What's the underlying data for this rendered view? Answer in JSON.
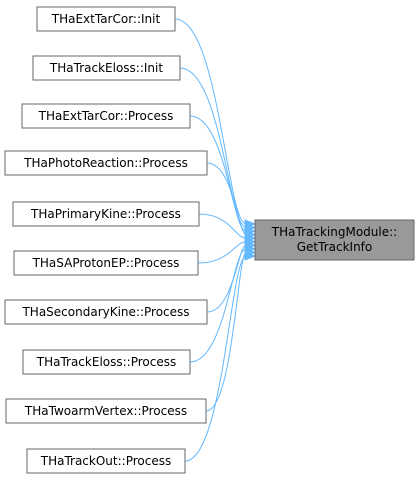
{
  "target": {
    "label_line1": "THaTrackingModule::",
    "label_line2": "GetTrackInfo"
  },
  "callers": [
    {
      "label": "THaExtTarCor::Init"
    },
    {
      "label": "THaTrackEloss::Init"
    },
    {
      "label": "THaExtTarCor::Process"
    },
    {
      "label": "THaPhotoReaction::Process"
    },
    {
      "label": "THaPrimaryKine::Process"
    },
    {
      "label": "THaSAProtonEP::Process"
    },
    {
      "label": "THaSecondaryKine::Process"
    },
    {
      "label": "THaTrackEloss::Process"
    },
    {
      "label": "THaTwoarmVertex::Process"
    },
    {
      "label": "THaTrackOut::Process"
    }
  ],
  "colors": {
    "edge": "#63b8ff",
    "target_fill": "#999999",
    "node_border": "#666666"
  }
}
